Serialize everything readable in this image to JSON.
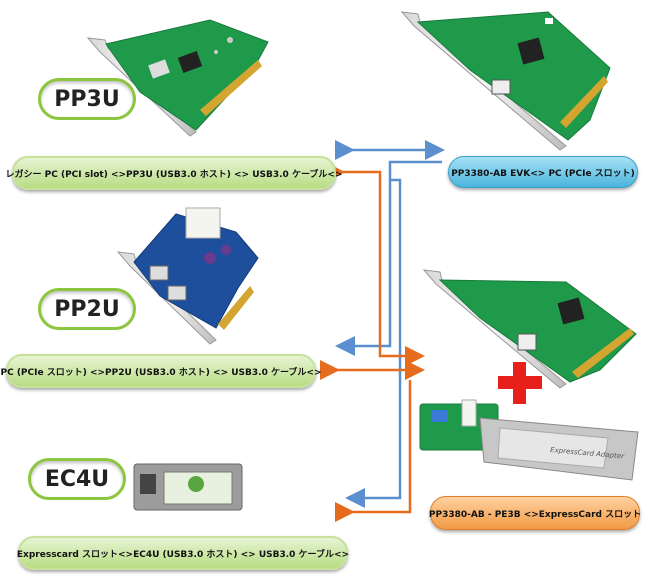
{
  "products": {
    "pp3u": "PP3U",
    "pp2u": "PP2U",
    "ec4u": "EC4U"
  },
  "connections": {
    "legacy_pci": "レガシー PC (PCI slot) <>PP3U (USB3.0 ホスト) <> USB3.0 ケーブル<>",
    "pp3380_evk": "PP3380-AB EVK<> PC (PCIe スロット)",
    "pcie_pp2u": "PC (PCIe スロット) <>PP2U (USB3.0 ホスト) <> USB3.0 ケーブル<>",
    "pe3b_expresscard": "PP3380-AB - PE3B <>ExpressCard スロット",
    "expresscard_ec4u": "Expresscard スロット<>EC4U (USB3.0 ホスト) <> USB3.0 ケーブル<>"
  },
  "card_text": {
    "expresscard_adapter": "ExpressCard Adapter"
  },
  "colors": {
    "arrow_blue": "#5b8fd0",
    "arrow_orange": "#e46c1c",
    "plus_red": "#e8201c",
    "pcb_green": "#1f9a4a",
    "pcb_blue": "#1d4f9c",
    "label_border_green": "#8cc63f"
  }
}
